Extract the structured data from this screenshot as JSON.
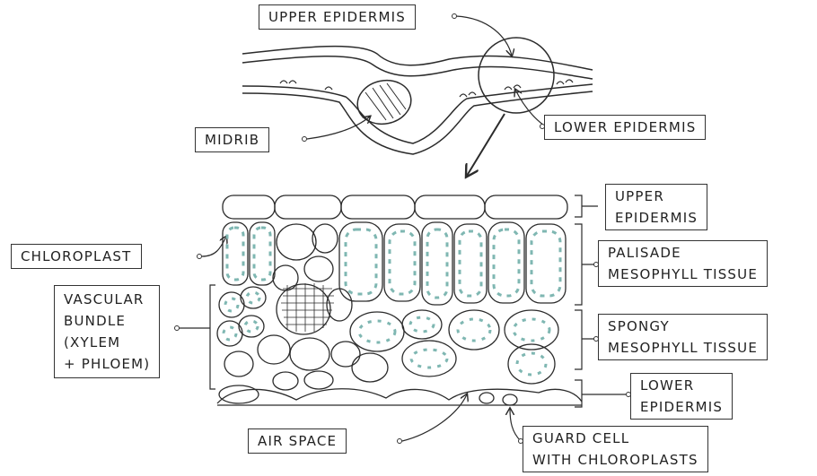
{
  "colors": {
    "ink": "#2b2b2b",
    "chloroplast": "#7fb7b2",
    "paper": "#ffffff"
  },
  "labels": {
    "upper_epidermis_top": "UPPER EPIDERMIS",
    "midrib": "MIDRIB",
    "lower_epidermis_top": "LOWER EPIDERMIS",
    "chloroplast": "CHLOROPLAST",
    "vascular_bundle": [
      "VASCULAR",
      "BUNDLE",
      "(XYLEM",
      "+ PHLOEM)"
    ],
    "upper_epidermis": [
      "UPPER",
      "EPIDERMIS"
    ],
    "palisade": [
      "PALISADE",
      "MESOPHYLL TISSUE"
    ],
    "spongy": [
      "SPONGY",
      "MESOPHYLL TISSUE"
    ],
    "lower_epidermis": [
      "LOWER",
      "EPIDERMIS"
    ],
    "air_space": "AIR SPACE",
    "guard_cell": [
      "GUARD CELL",
      "WITH CHLOROPLASTS"
    ]
  }
}
